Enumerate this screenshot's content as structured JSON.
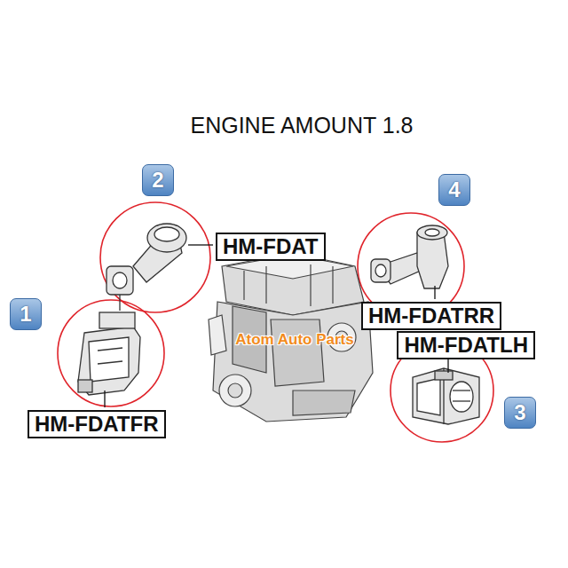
{
  "diagram": {
    "title": "ENGINE AMOUNT 1.8",
    "nodes": [
      {
        "text": [
          "2"
        ]
      },
      {
        "text": [
          "4"
        ]
      },
      {
        "text": [
          "HM-FDAT"
        ]
      },
      {
        "text": [
          "1"
        ]
      },
      {
        "text": [
          "HM-FDATRR"
        ]
      },
      {
        "text": [
          "HM-FDATLH"
        ]
      },
      {
        "text": [
          "3"
        ]
      },
      {
        "text": [
          "HM-FDATFR"
        ]
      }
    ],
    "labels": [
      "Atom Auto Parts"
    ]
  }
}
